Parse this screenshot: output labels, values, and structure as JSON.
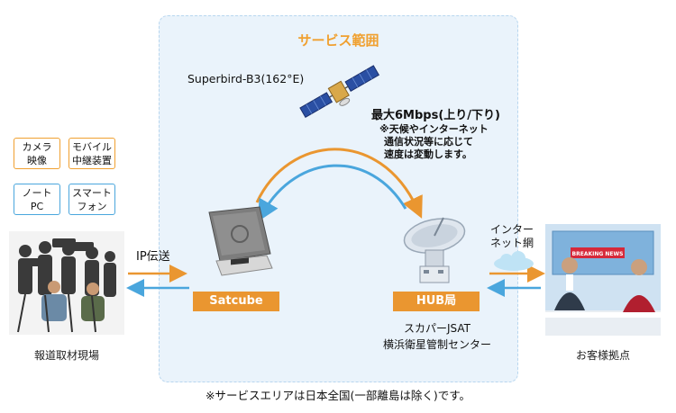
{
  "service_area": {
    "title": "サービス範囲"
  },
  "satellite": {
    "label": "Superbird-B3(162°E)"
  },
  "speed": {
    "label": "最大6Mbps(上り/下り)",
    "note_lines": [
      "※天候やインターネット",
      "通信状況等に応じて",
      "速度は変動します。"
    ]
  },
  "devices": [
    {
      "label": "カメラ\n映像",
      "color": "#f0a030"
    },
    {
      "label": "モバイル\n中継装置",
      "color": "#f0a030"
    },
    {
      "label": "ノート\nPC",
      "color": "#4aa6dd"
    },
    {
      "label": "スマート\nフォン",
      "color": "#4aa6dd"
    }
  ],
  "ip_transfer": {
    "label": "IP伝送"
  },
  "satcube": {
    "label": "Satcube"
  },
  "hub": {
    "label": "HUB局",
    "caption_lines": [
      "スカパーJSAT",
      "横浜衛星管制センター"
    ]
  },
  "internet": {
    "label_lines": [
      "インター",
      "ネット網"
    ]
  },
  "reporting_site": {
    "caption": "報道取材現場"
  },
  "customer": {
    "caption": "お客様拠点",
    "banner": "BREAKING NEWS"
  },
  "footer": {
    "note": "※サービスエリアは日本全国(一部離島は除く)です。"
  },
  "colors": {
    "orange": "#ea9630",
    "blue": "#4aa6dd",
    "service_bg": "#eaf3fb"
  }
}
